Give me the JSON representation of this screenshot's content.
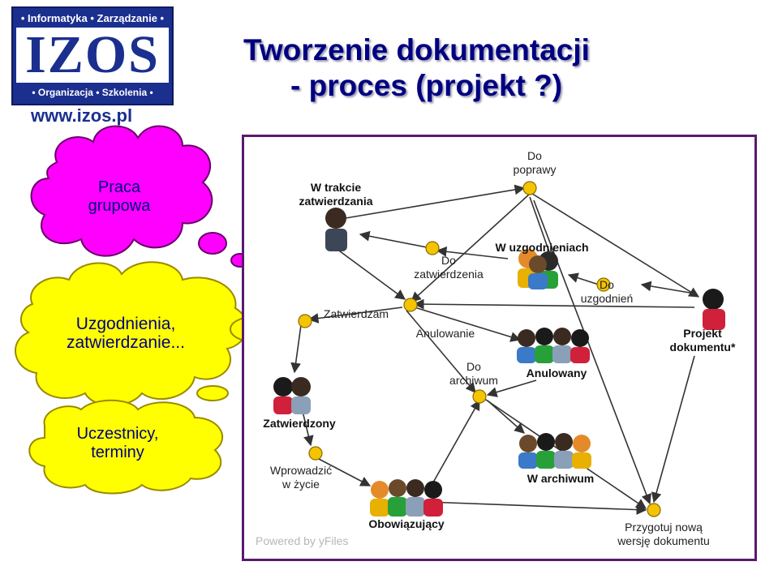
{
  "logo": {
    "top_text": "• Informatyka • Zarządzanie •",
    "main_text": "IZOS",
    "bottom_text": "• Organizacja • Szkolenia •",
    "url": "www.izos.pl",
    "color": "#1b2f8f"
  },
  "title": {
    "line1": "Tworzenie dokumentacji",
    "line2": "- proces (projekt ?)"
  },
  "clouds": [
    {
      "line1": "Praca",
      "line2": "grupowa",
      "color": "#ff00ff"
    },
    {
      "line1": "Uzgodnienia,",
      "line2": "zatwierdzanie...",
      "color": "#ffff00"
    },
    {
      "line1": "Uczestnicy,",
      "line2": "terminy",
      "color": "#ffff00"
    }
  ],
  "diagram": {
    "nodes": {
      "w_trakcie": {
        "line1": "W trakcie",
        "line2": "zatwierdzania"
      },
      "do_poprawy": {
        "line1": "Do",
        "line2": "poprawy"
      },
      "do_zatwierdzenia": {
        "line1": "Do",
        "line2": "zatwierdzenia"
      },
      "w_uzgodnieniach": {
        "line1": "W uzgodnieniach"
      },
      "do_uzgodnien": {
        "line1": "Do",
        "line2": "uzgodnień"
      },
      "zatwierdzam": {
        "line1": "Zatwierdzam"
      },
      "anulowanie": {
        "line1": "Anulowanie"
      },
      "projekt": {
        "line1": "Projekt",
        "line2": "dokumentu*"
      },
      "anulowany": {
        "line1": "Anulowany"
      },
      "do_archiwum": {
        "line1": "Do",
        "line2": "archiwum"
      },
      "zatwierdzony": {
        "line1": "Zatwierdzony"
      },
      "wprowadzic": {
        "line1": "Wprowadzić",
        "line2": "w życie"
      },
      "w_archiwum": {
        "line1": "W archiwum"
      },
      "obowiazujacy": {
        "line1": "Obowiązujący"
      },
      "przygotuj": {
        "line1": "Przygotuj nową",
        "line2": "wersję dokumentu"
      }
    },
    "powered_by": "Powered by yFiles",
    "colors": {
      "border": "#5a1a6e",
      "dot": "#f5c400",
      "edge": "#333333"
    }
  }
}
